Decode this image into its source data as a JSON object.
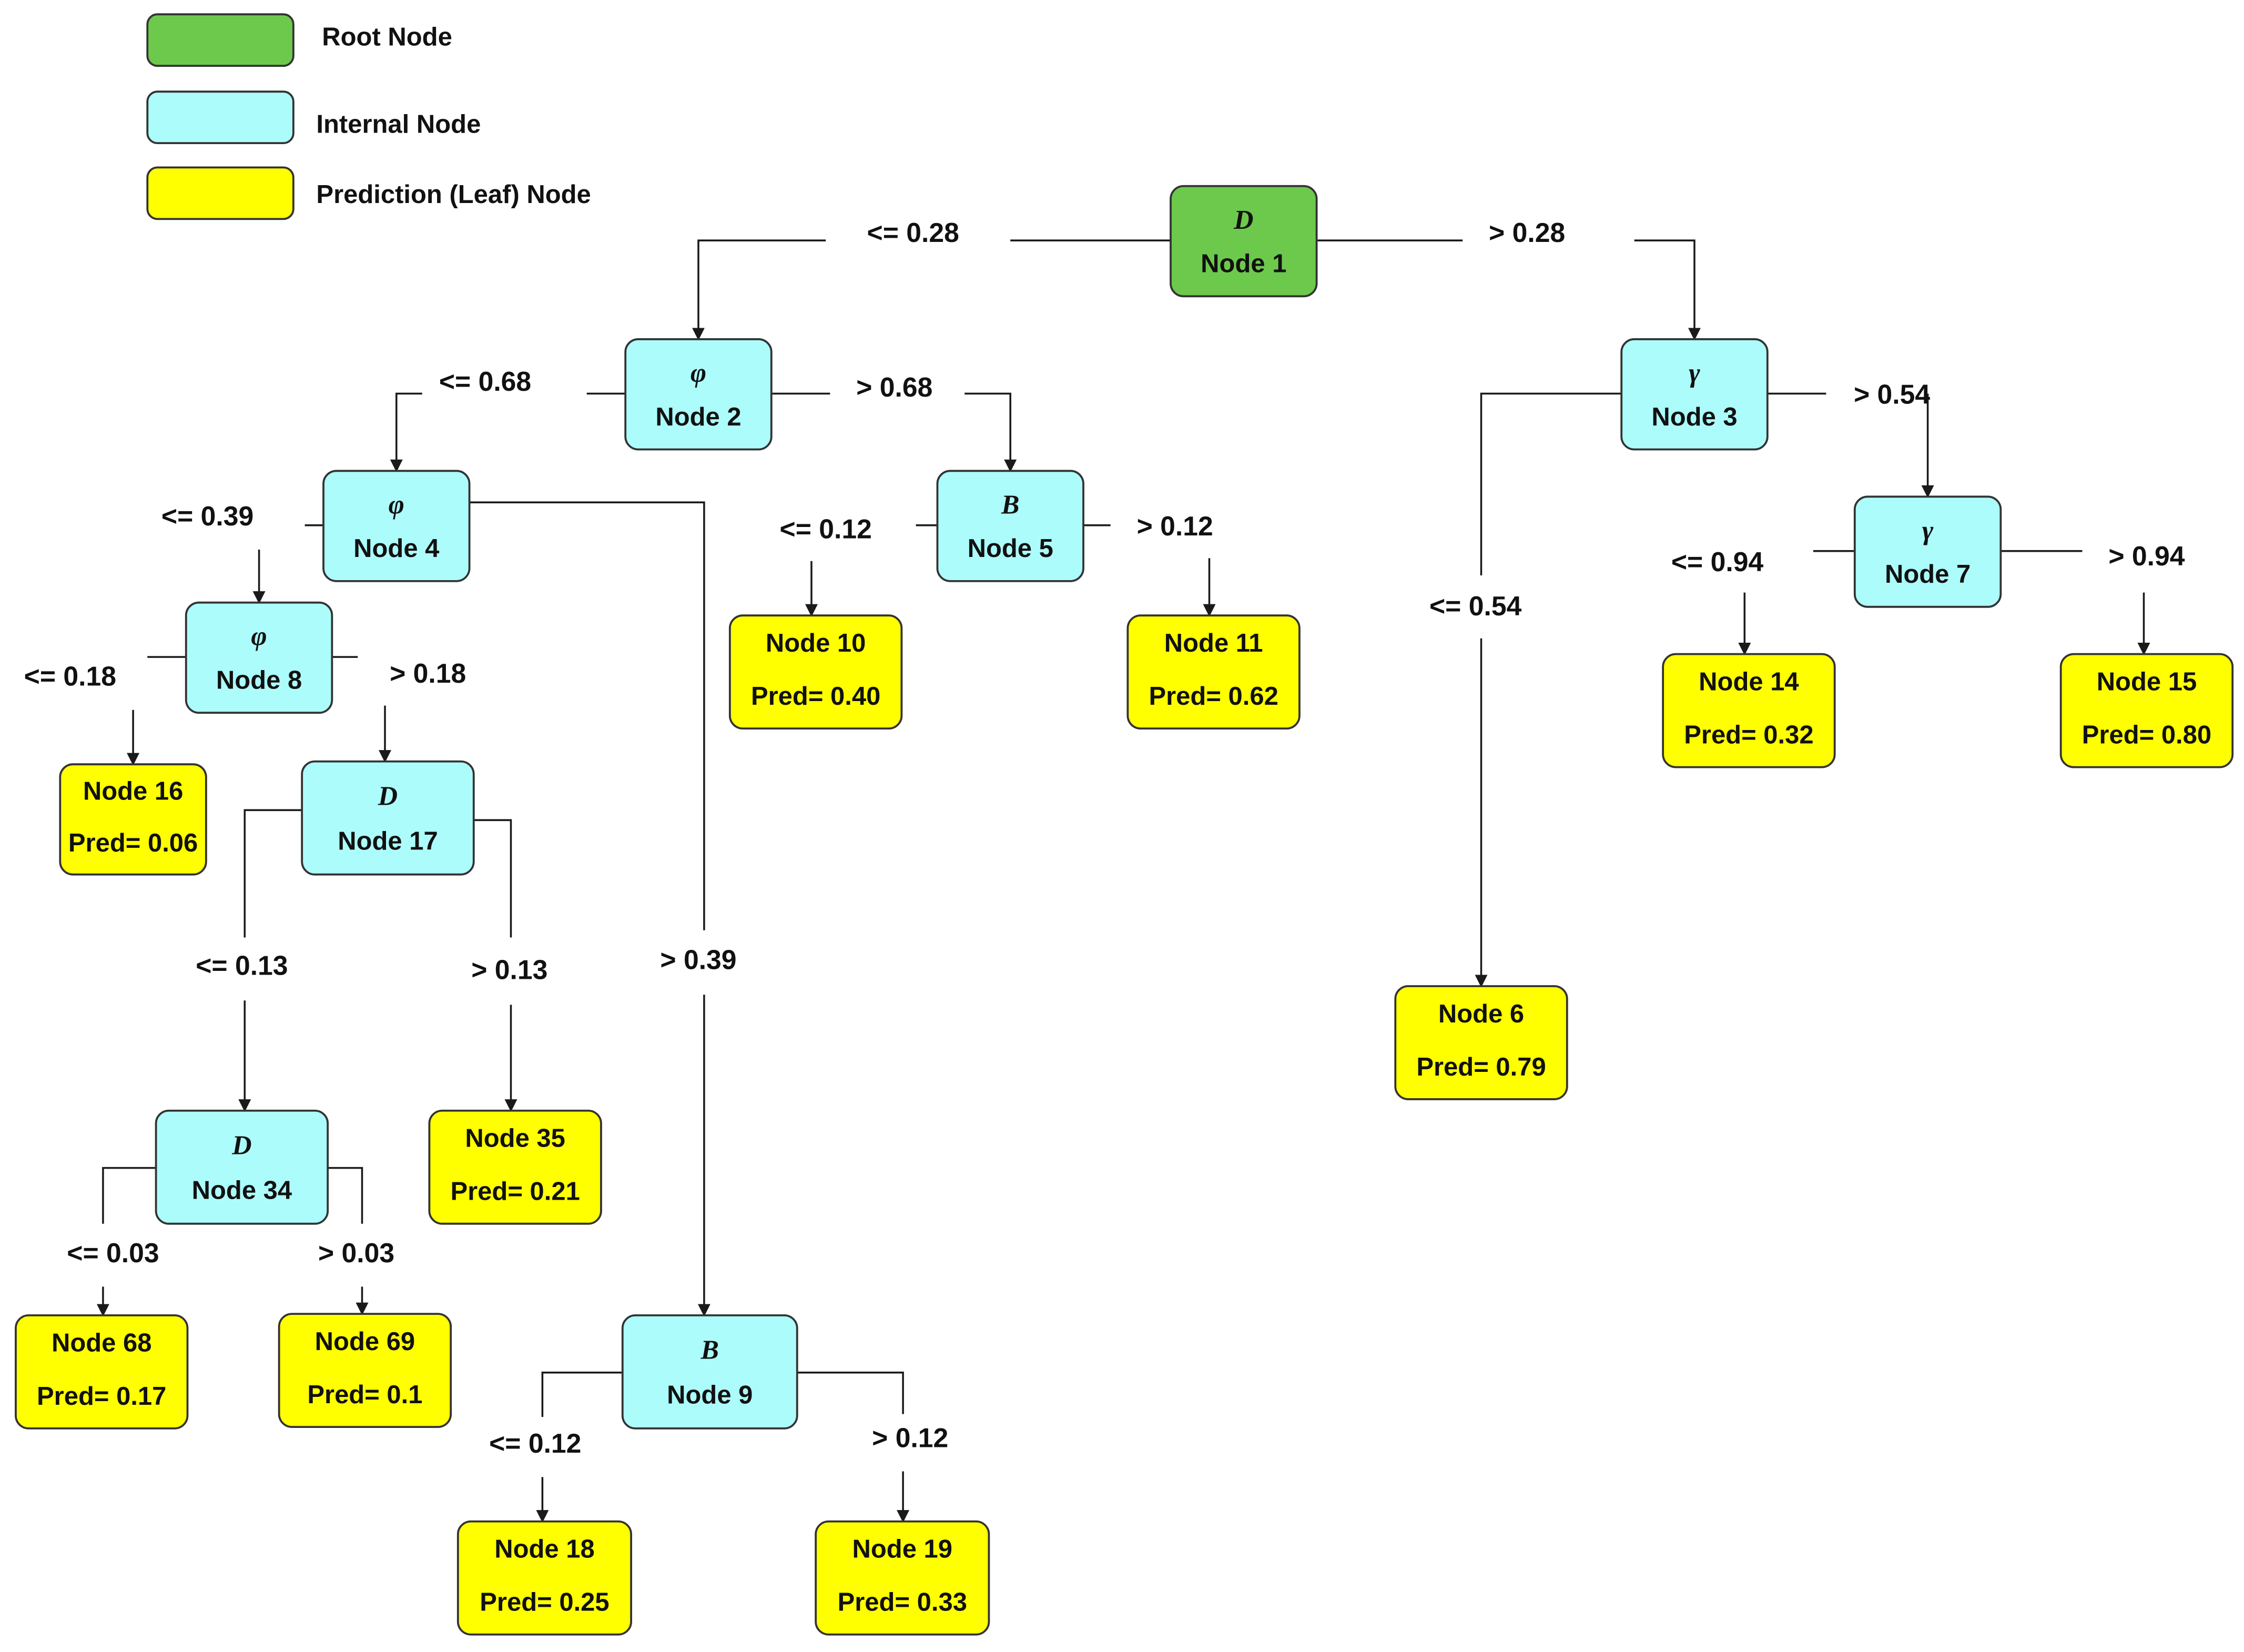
{
  "legend": [
    {
      "label": "Root Node",
      "kind": "root"
    },
    {
      "label": "Internal Node",
      "kind": "internal"
    },
    {
      "label": "Prediction (Leaf) Node",
      "kind": "leaf"
    }
  ],
  "colors": {
    "root": "#6cc94c",
    "internal": "#adfcfc",
    "leaf": "#ffff00",
    "stroke": "#333333",
    "line": "#1a1a1a"
  },
  "nodes": [
    {
      "id": "n1",
      "kind": "root",
      "var": "D",
      "label": "Node 1"
    },
    {
      "id": "n2",
      "kind": "internal",
      "var": "φ",
      "label": "Node 2"
    },
    {
      "id": "n3",
      "kind": "internal",
      "var": "γ",
      "label": "Node 3"
    },
    {
      "id": "n4",
      "kind": "internal",
      "var": "φ",
      "label": "Node 4"
    },
    {
      "id": "n5",
      "kind": "internal",
      "var": "B",
      "label": "Node 5"
    },
    {
      "id": "n7",
      "kind": "internal",
      "var": "γ",
      "label": "Node 7"
    },
    {
      "id": "n8",
      "kind": "internal",
      "var": "φ",
      "label": "Node 8"
    },
    {
      "id": "n17",
      "kind": "internal",
      "var": "D",
      "label": "Node 17"
    },
    {
      "id": "n34",
      "kind": "internal",
      "var": "D",
      "label": "Node 34"
    },
    {
      "id": "n9",
      "kind": "internal",
      "var": "B",
      "label": "Node 9"
    },
    {
      "id": "n10",
      "kind": "leaf",
      "label": "Node 10",
      "pred": "Pred= 0.40"
    },
    {
      "id": "n11",
      "kind": "leaf",
      "label": "Node 11",
      "pred": "Pred= 0.62"
    },
    {
      "id": "n6",
      "kind": "leaf",
      "label": "Node 6",
      "pred": "Pred= 0.79"
    },
    {
      "id": "n14",
      "kind": "leaf",
      "label": "Node 14",
      "pred": "Pred= 0.32"
    },
    {
      "id": "n15",
      "kind": "leaf",
      "label": "Node 15",
      "pred": "Pred= 0.80"
    },
    {
      "id": "n16",
      "kind": "leaf",
      "label": "Node 16",
      "pred": "Pred= 0.06"
    },
    {
      "id": "n35",
      "kind": "leaf",
      "label": "Node 35",
      "pred": "Pred= 0.21"
    },
    {
      "id": "n68",
      "kind": "leaf",
      "label": "Node 68",
      "pred": "Pred= 0.17"
    },
    {
      "id": "n69",
      "kind": "leaf",
      "label": "Node 69",
      "pred": "Pred= 0.1"
    },
    {
      "id": "n18",
      "kind": "leaf",
      "label": "Node 18",
      "pred": "Pred= 0.25"
    },
    {
      "id": "n19",
      "kind": "leaf",
      "label": "Node 19",
      "pred": "Pred= 0.33"
    }
  ],
  "edges": [
    {
      "from": "n1",
      "to": "n2",
      "label": "<= 0.28"
    },
    {
      "from": "n1",
      "to": "n3",
      "label": "> 0.28"
    },
    {
      "from": "n2",
      "to": "n4",
      "label": "<= 0.68"
    },
    {
      "from": "n2",
      "to": "n5",
      "label": "> 0.68"
    },
    {
      "from": "n3",
      "to": "n6",
      "label": "<= 0.54"
    },
    {
      "from": "n3",
      "to": "n7",
      "label": "> 0.54"
    },
    {
      "from": "n4",
      "to": "n8",
      "label": "<= 0.39"
    },
    {
      "from": "n4",
      "to": "n9",
      "label": "> 0.39"
    },
    {
      "from": "n5",
      "to": "n10",
      "label": "<= 0.12"
    },
    {
      "from": "n5",
      "to": "n11",
      "label": "> 0.12"
    },
    {
      "from": "n7",
      "to": "n14",
      "label": "<= 0.94"
    },
    {
      "from": "n7",
      "to": "n15",
      "label": "> 0.94"
    },
    {
      "from": "n8",
      "to": "n16",
      "label": "<= 0.18"
    },
    {
      "from": "n8",
      "to": "n17",
      "label": "> 0.18"
    },
    {
      "from": "n17",
      "to": "n34",
      "label": "<= 0.13"
    },
    {
      "from": "n17",
      "to": "n35",
      "label": "> 0.13"
    },
    {
      "from": "n34",
      "to": "n68",
      "label": "<= 0.03"
    },
    {
      "from": "n34",
      "to": "n69",
      "label": "> 0.03"
    },
    {
      "from": "n9",
      "to": "n18",
      "label": "<= 0.12"
    },
    {
      "from": "n9",
      "to": "n19",
      "label": "> 0.12"
    }
  ]
}
